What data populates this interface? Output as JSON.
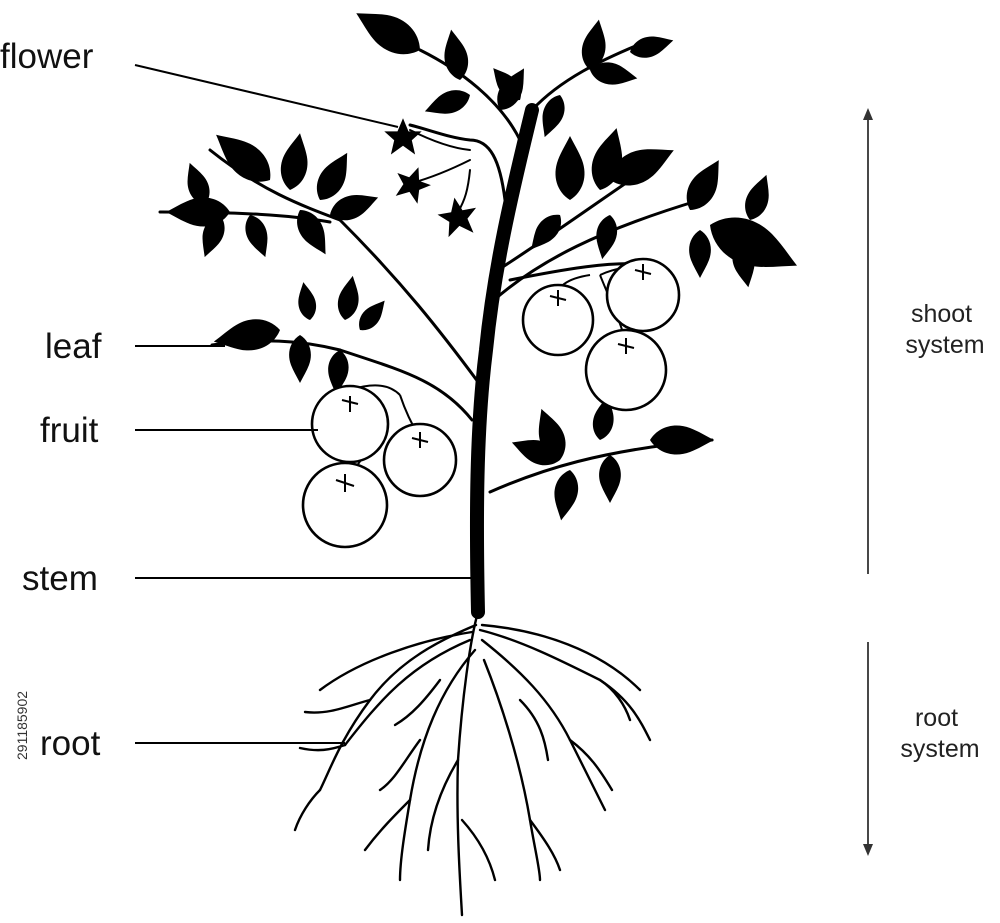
{
  "labels": {
    "flower": "flower",
    "leaf": "leaf",
    "fruit": "fruit",
    "stem": "stem",
    "root": "root"
  },
  "systems": {
    "shoot": [
      "shoot",
      "system"
    ],
    "root": [
      "root",
      "system"
    ]
  },
  "stock_id": "291185902",
  "colors": {
    "ink": "#000000",
    "paper": "#ffffff"
  }
}
